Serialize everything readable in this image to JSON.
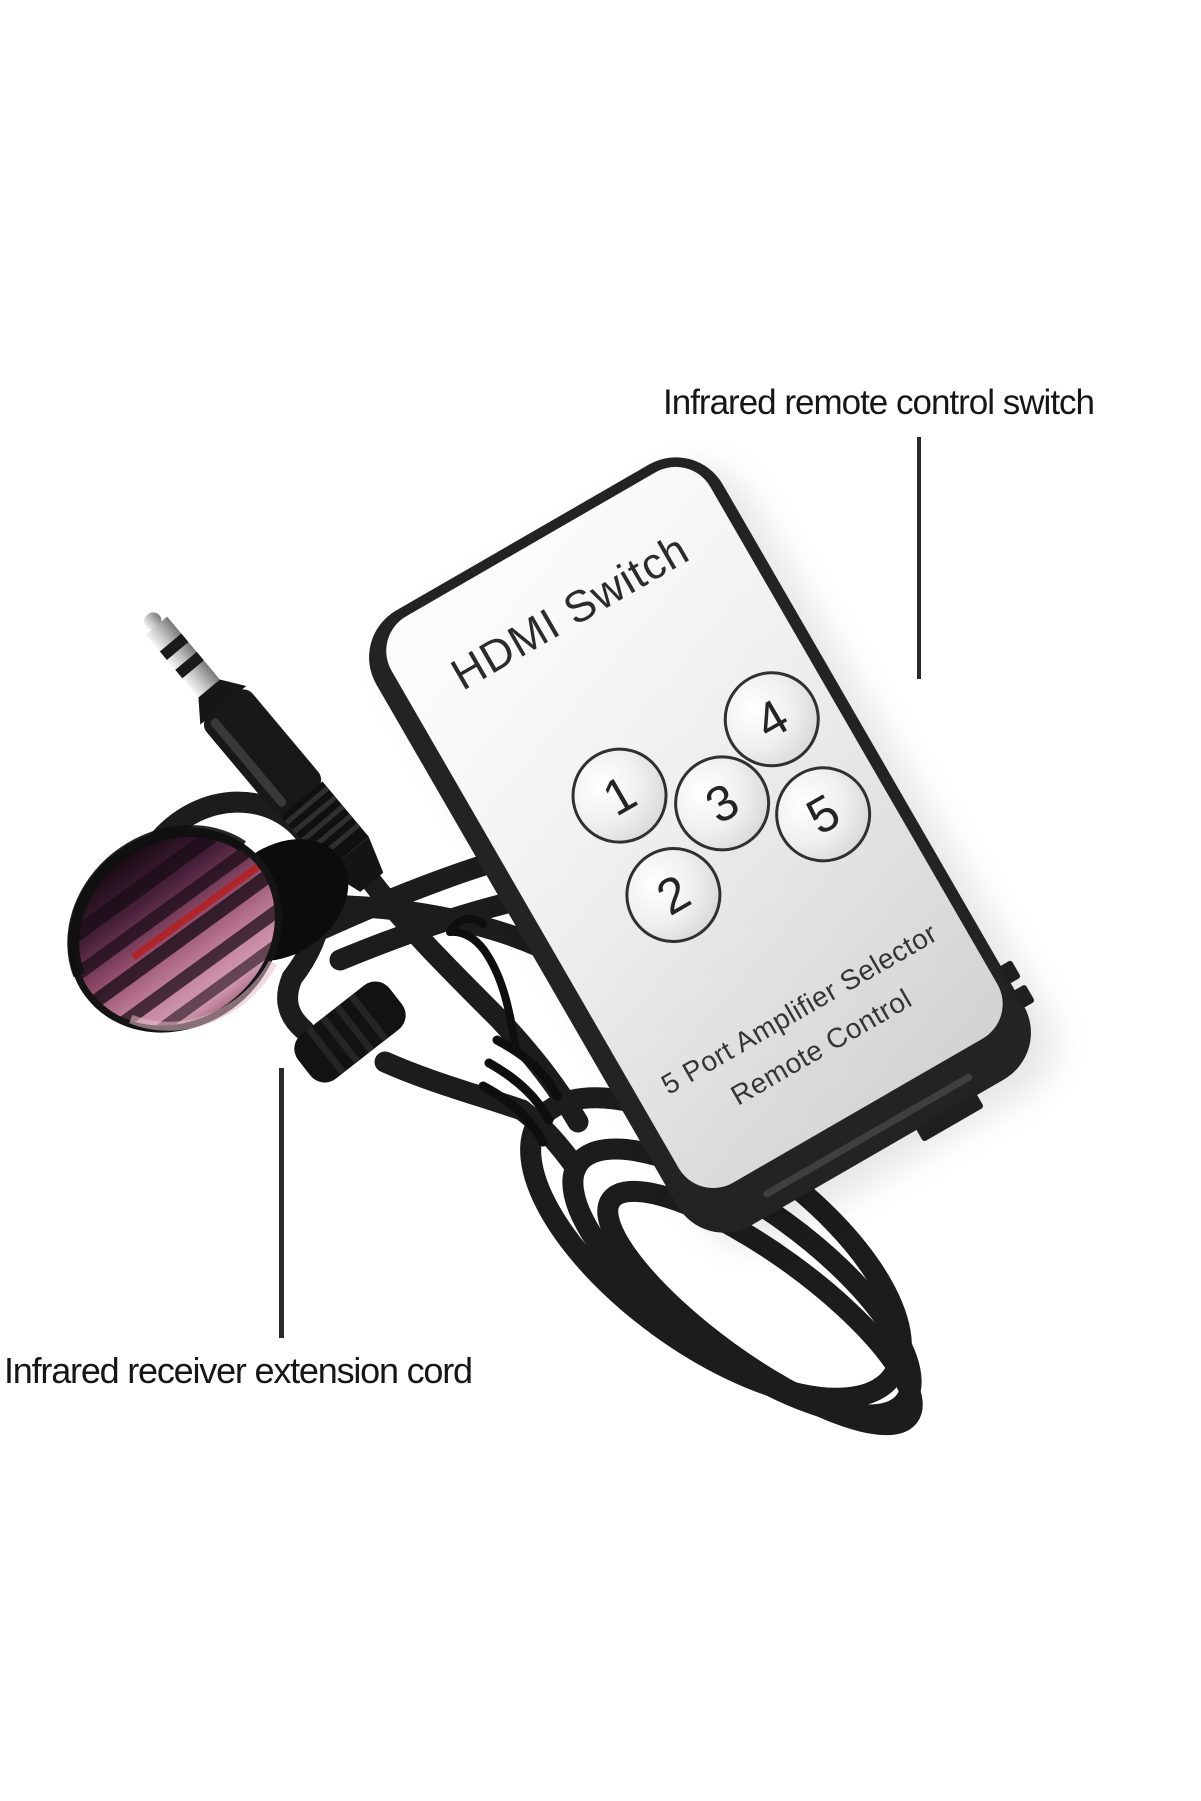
{
  "annotations": {
    "top": {
      "label": "Infrared remote control switch"
    },
    "bottom": {
      "label": "Infrared receiver extension cord"
    }
  },
  "remote": {
    "title": "HDMI Switch",
    "buttons": [
      "1",
      "2",
      "3",
      "4",
      "5"
    ],
    "footer_line1": "5 Port Amplifier Selector",
    "footer_line2": "Remote Control",
    "colors": {
      "case": "#232323",
      "face_light": "#fcfcfc",
      "face_dark": "#d2d2d2",
      "button_border": "#303030",
      "text": "#2b2b2b"
    }
  },
  "accessory": {
    "cable_color": "#1c1c1c",
    "plug_metal_color": "#d9d9d9",
    "receiver_eye_colors": [
      "#14090f",
      "#47203a",
      "#8e4a68",
      "#c07e97",
      "#d29cb2"
    ],
    "receiver_red_streak": "#b51e1e"
  },
  "background": "#ffffff"
}
